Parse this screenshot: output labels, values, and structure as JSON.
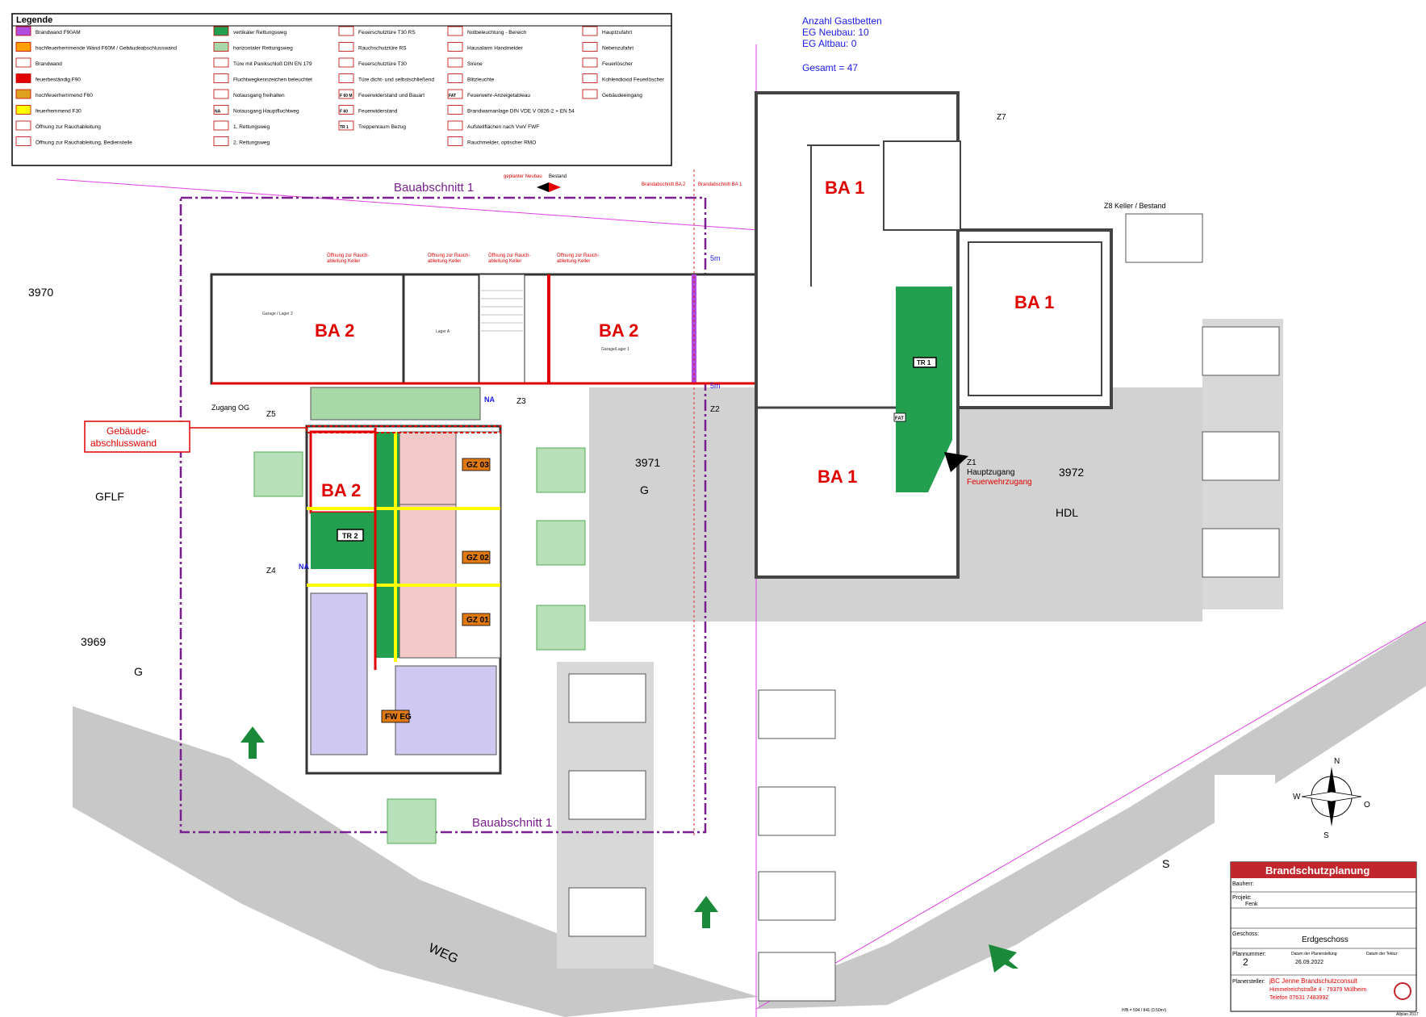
{
  "legend": {
    "title": "Legende",
    "items": [
      {
        "icon": "fire-wall-f90am-swatch",
        "label": "Brandwand F90AM",
        "color": "#b04de0"
      },
      {
        "icon": "fire-wall-f60m-swatch",
        "label": "hochfeuerhemmende Wand F60M / Gebäudeabschlusswand",
        "color": "#ffa000"
      },
      {
        "icon": "brandwand-symbol-icon",
        "label": "Brandwand"
      },
      {
        "icon": "f90-swatch",
        "label": "feuerbeständig F90",
        "color": "#e00000"
      },
      {
        "icon": "f60-swatch",
        "label": "hochfeuerhemmend F60",
        "color": "#e0a020"
      },
      {
        "icon": "f30-swatch",
        "label": "feuerhemmend F30",
        "color": "#ffff00"
      },
      {
        "icon": "smoke-vent-icon",
        "label": "Öffnung zur Rauchableitung"
      },
      {
        "icon": "smoke-vent-control-icon",
        "label": "Öffnung zur Rauchableitung, Bedienstelle"
      },
      {
        "icon": "vertical-escape-swatch",
        "label": "vertikaler Rettungsweg",
        "color": "#22a050"
      },
      {
        "icon": "horizontal-escape-swatch",
        "label": "horizontaler Rettungsweg",
        "color": "#a8d8a8"
      },
      {
        "icon": "panic-lock-icon",
        "label": "Türe mit Panikschloß DIN EN 179"
      },
      {
        "icon": "exit-sign-icon",
        "label": "Fluchtwegkennzeichen beleuchtet"
      },
      {
        "icon": "emergency-exit-icon",
        "label": "Notausgang freihalten"
      },
      {
        "icon": "na-icon",
        "label": "Notausgang Hauptfluchtweg",
        "symbol": "NA"
      },
      {
        "icon": "escape-route-1-icon",
        "label": "1. Rettungsweg"
      },
      {
        "icon": "escape-route-2-icon",
        "label": "2. Rettungsweg"
      },
      {
        "icon": "fire-door-t30-rs-icon",
        "label": "Feuerschutztüre T30 RS"
      },
      {
        "icon": "smoke-door-rs-icon",
        "label": "Rauchschutztüre RS"
      },
      {
        "icon": "fire-door-t30-icon",
        "label": "Feuerschutztüre T30"
      },
      {
        "icon": "self-closing-door-icon",
        "label": "Türe dicht- und selbstschließend"
      },
      {
        "icon": "f60m-box-icon",
        "label": "Feuerwiderstand und Bauart",
        "symbol": "F 60 M"
      },
      {
        "icon": "f60-box-icon",
        "label": "Feuerwiderstand",
        "symbol": "F 60"
      },
      {
        "icon": "staircase-box-icon",
        "label": "Treppenraum Bezug",
        "symbol": "TR 1"
      },
      {
        "icon": "emergency-light-icon",
        "label": "Notbeleuchtung - Bereich"
      },
      {
        "icon": "house-alarm-icon",
        "label": "Hausalarm Handmelder"
      },
      {
        "icon": "siren-icon",
        "label": "Sirene"
      },
      {
        "icon": "flash-light-icon",
        "label": "Blitzleuchte"
      },
      {
        "icon": "fat-icon",
        "label": "Feuerwehr-Anzeigetableau",
        "symbol": "FAT"
      },
      {
        "icon": "fire-alarm-system-icon",
        "label": "Brandwarnanlage DIN VDE V 0826-2 + EN 54"
      },
      {
        "icon": "setup-area-swatch",
        "label": "Aufstellflächen nach VwV FWF"
      },
      {
        "icon": "smoke-detector-icon",
        "label": "Rauchmelder, optischer RMO"
      },
      {
        "icon": "main-access-arrow-icon",
        "label": "Hauptzufahrt"
      },
      {
        "icon": "side-access-arrow-icon",
        "label": "Nebenzufahrt"
      },
      {
        "icon": "extinguisher-icon",
        "label": "Feuerlöscher"
      },
      {
        "icon": "co2-extinguisher-icon",
        "label": "Kohlendioxid Feuerlöscher"
      },
      {
        "icon": "building-entrance-icon",
        "label": "Gebäudeeingang"
      }
    ]
  },
  "info": {
    "guest_beds_title": "Anzahl Gastbetten",
    "eg_new": "EG Neubau: 10",
    "eg_old": "EG Altbau: 0",
    "total": "Gesamt = 47"
  },
  "plan": {
    "bauabschnitt_top": "Bauabschnitt 1",
    "bauabschnitt_bottom": "Bauabschnitt 1",
    "ba1": "BA 1",
    "ba2": "BA 2",
    "parcels": [
      "3970",
      "3969",
      "3971",
      "3972"
    ],
    "land_use": [
      "GFLF",
      "G",
      "G",
      "HDL"
    ],
    "road": "WEG",
    "road_s": "S",
    "gebaeudeabschlusswand": "Gebäude-\nabschlusswand",
    "gebaeudeabschlusswand_l1": "Gebäude-",
    "gebaeudeabschlusswand_l2": "abschlusswand",
    "z1_label": "Z1",
    "z1_main": "Hauptzugang",
    "z1_fire": "Feuerwehrzugang",
    "z2": "Z2",
    "z3": "Z3",
    "z4": "Z4",
    "z5": "Z5",
    "z7": "Z7",
    "z8": "Z8 Keller / Bestand",
    "zugang_og": "Zugang OG",
    "tr1": "TR 1",
    "tr2": "TR 2",
    "gz01": "GZ 01",
    "gz02": "GZ 02",
    "gz03": "GZ 03",
    "fweg": "FW EG",
    "fat": "FAT",
    "na": "NA",
    "dim_5m": "5m",
    "planned": "geplanter Neubau",
    "existing": "Bestand",
    "brandabschnitt_ba2": "Brandabschnitt BA 2",
    "brandabschnitt_ba1": "Brandabschnitt BA 1",
    "smoke_openings": [
      "Öffnung zur Rauch-\nableitung Keller"
    ],
    "smoke_opening_text": "Öffnung zur Rauch-",
    "smoke_opening_text2": "ableitung Keller",
    "garage_lager2": "Garage / Lager 2",
    "lager_a": "Lager A",
    "garage_lager": "Garage/Lager 1",
    "compass": {
      "n": "N",
      "s": "S",
      "w": "W",
      "o": "O"
    }
  },
  "titleblock": {
    "heading": "Brandschutzplanung",
    "bauherr_label": "Bauherr:",
    "projekt_label": "Projekt:",
    "projekt_value": "Fenk",
    "geschoss_label": "Geschoss:",
    "geschoss_value": "Erdgeschoss",
    "plannummer_label": "Plannummer:",
    "plannummer_value": "2",
    "datum_label": "Datum der Planerstellung:",
    "datum_value": "26.09.2022",
    "tektur_label": "Datum der Tektur:",
    "planersteller_label": "Planersteller:",
    "company": "jBC Jenne Brandschutzconsult",
    "address": "Himmelreichstraße 4 - 79379 Müllheim",
    "phone": "Telefon 07631 7483992",
    "footer_left": "H/B = 594 / 841 (0.50m²)",
    "footer_right": "Allplan 2017"
  },
  "colors": {
    "f90": "#e00000",
    "f30": "#ffff00",
    "green_escape": "#22a050",
    "light_green": "#a8d8a8",
    "purple": "#7a1f8f",
    "orange": "#e07a10",
    "pink_room": "#f2c8c8",
    "lav_room": "#cfc8f0"
  }
}
